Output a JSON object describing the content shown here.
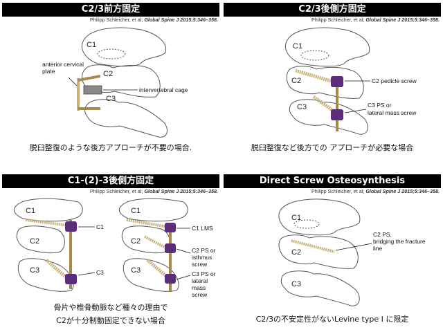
{
  "citation": {
    "prefix": "Philipp Schleicher, et al; ",
    "journal": "Global Spine J 2015;5:346–358."
  },
  "panels": [
    {
      "title": "C2/3前方固定",
      "labels": {
        "c1": "C1",
        "c2": "C2",
        "c3": "C3",
        "plate_1": "anterior cervical",
        "plate_2": "plate",
        "cage": "intervertebral cage"
      },
      "caption": [
        "脱臼整復のような後方アプローチが不要の場合."
      ]
    },
    {
      "title": "C2/3後側方固定",
      "labels": {
        "c1": "C1",
        "c2": "C2",
        "c3": "C3",
        "c2_screw": "C2 pedicle screw",
        "c3_screw_1": "C3 PS or",
        "c3_screw_2": "lateral mass screw"
      },
      "caption": [
        "脱臼整復など後方での アプローチが必要な場合"
      ]
    },
    {
      "title": "C1-(2)-3後側方固定",
      "labels": {
        "a_c1": "C1",
        "a_c2": "C2",
        "a_c3": "C3",
        "a_c1_screw": "C1",
        "a_c3_screw": "C3",
        "b_c1": "C1",
        "b_c2": "C2",
        "b_c3": "C3",
        "b_c1_screw": "C1 LMS",
        "b_c2_1": "C2 PS or",
        "b_c2_2": "isthmus",
        "b_c2_3": "screw",
        "b_c3_1": "C3 PS or",
        "b_c3_2": "lateral",
        "b_c3_3": "mass",
        "b_c3_4": "screw"
      },
      "caption": [
        "骨片や椎骨動脈など種々の理由で",
        "C2が十分制動固定できない場合"
      ]
    },
    {
      "title": "Direct Screw Osteosynthesis",
      "labels": {
        "c1": "C1",
        "c2": "C2",
        "c3": "C3",
        "screw_1": "C2 PS,",
        "screw_2": "bridging the fracture",
        "screw_3": "line"
      },
      "caption": [
        "C2/3の不安定性がないLevine type Ⅰ に限定"
      ]
    }
  ],
  "colors": {
    "title_bg": "#000000",
    "screw_gold": "#c8b277",
    "implant_purple": "#5b2d7a",
    "bone_outline": "#555555"
  }
}
